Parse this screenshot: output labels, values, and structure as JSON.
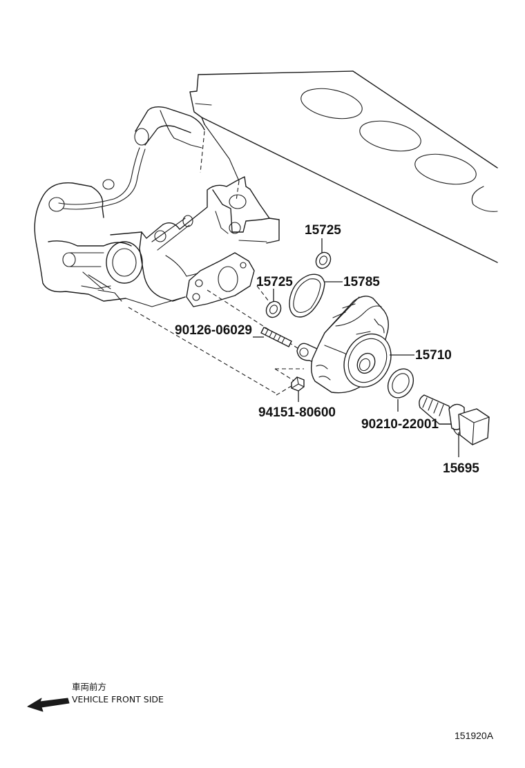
{
  "parts": [
    {
      "id": "p15725a",
      "label": "15725"
    },
    {
      "id": "p15725b",
      "label": "15725"
    },
    {
      "id": "p15785",
      "label": "15785"
    },
    {
      "id": "p9012606029",
      "label": "90126-06029"
    },
    {
      "id": "p15710",
      "label": "15710"
    },
    {
      "id": "p9415180600",
      "label": "94151-80600"
    },
    {
      "id": "p9021022001",
      "label": "90210-22001"
    },
    {
      "id": "p15695",
      "label": "15695"
    }
  ],
  "direction_note": {
    "japanese": "車両前方",
    "english": "VEHICLE FRONT SIDE"
  },
  "diagram_ref": "151920A"
}
